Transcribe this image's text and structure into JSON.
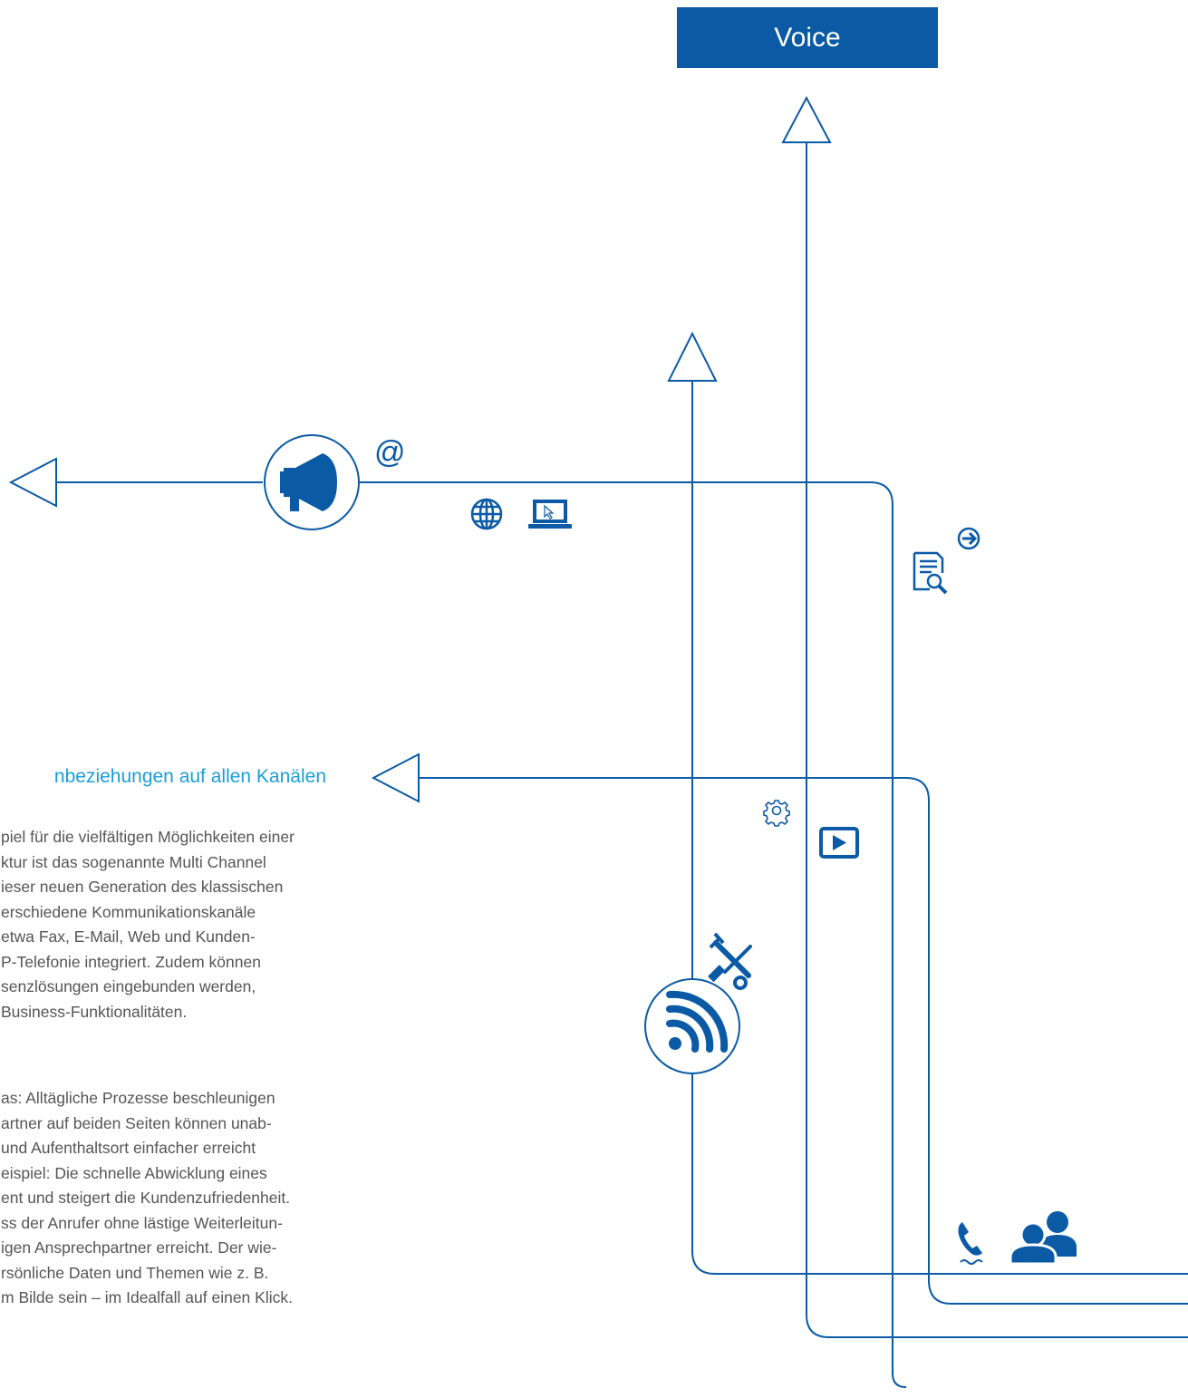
{
  "voice_label": "Voice",
  "at_symbol": "@",
  "colors": {
    "primary": "#0b5aa6",
    "heading": "#1a9ed9",
    "text": "#555555"
  },
  "heading": "nbeziehungen auf allen Kanälen",
  "paragraph1": [
    "piel für die vielfältigen Möglichkeiten einer",
    "ktur ist das sogenannte Multi Channel",
    "ieser neuen Generation des klassischen",
    "erschiedene Kommunikationskanäle",
    "etwa Fax, E-Mail, Web und Kunden-",
    "P-Telefonie integriert. Zudem können",
    "senzlösungen eingebunden werden,",
    "Business-Funktionalitäten."
  ],
  "paragraph2": [
    "as: Alltägliche Prozesse beschleunigen",
    "artner auf beiden Seiten können unab-",
    "und Aufenthaltsort einfacher erreicht",
    "eispiel: Die schnelle Abwicklung eines",
    "ent und steigert die Kundenzufriedenheit.",
    "ss der Anrufer ohne lästige Weiterleitun-",
    "igen Ansprechpartner erreicht. Der wie-",
    "rsönliche Daten und Themen wie z. B.",
    "m Bilde sein – im Idealfall auf einen Klick."
  ],
  "icons": [
    "megaphone-icon",
    "rss-icon",
    "globe-icon",
    "laptop-icon",
    "document-search-icon",
    "arrow-right-circle-icon",
    "gear-icon",
    "play-icon",
    "tools-icon",
    "phone-icon",
    "users-icon"
  ]
}
